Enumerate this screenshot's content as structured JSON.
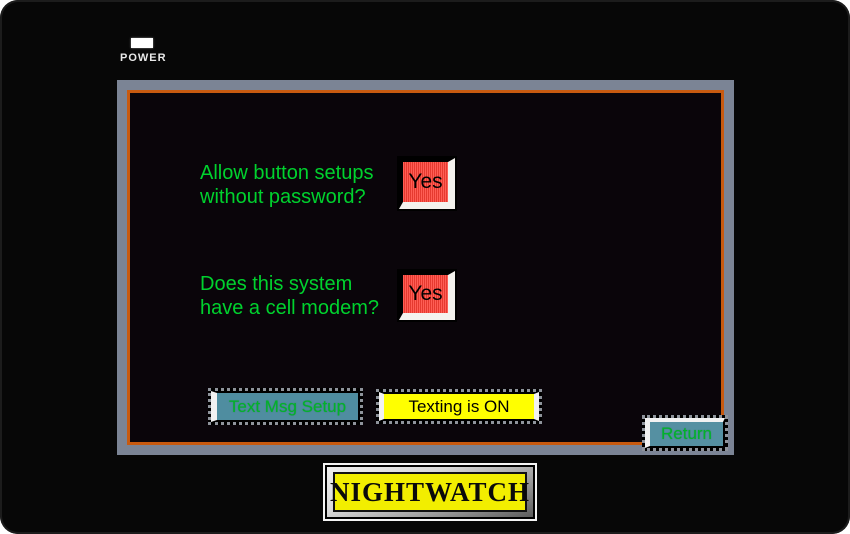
{
  "device": {
    "power_label": "POWER",
    "brand": "NIGHTWATCH"
  },
  "screen": {
    "questions": [
      {
        "lines": [
          "Allow button setups",
          "without password?"
        ],
        "answer": "Yes"
      },
      {
        "lines": [
          "Does this system",
          "have a cell modem?"
        ],
        "answer": "Yes"
      }
    ],
    "footer": {
      "text_msg_setup": "Text Msg Setup",
      "texting_status": "Texting is ON",
      "return_label": "Return"
    }
  },
  "colors": {
    "question_text": "#00d22e",
    "yes_button": "#e63a30",
    "teal_button": "#4f8da0",
    "texting_indicator": "#ffff00",
    "screen_frame": "#7b8495",
    "screen_border": "#c85a10",
    "plaque_face": "#f2ee00",
    "bezel": "#070707"
  }
}
